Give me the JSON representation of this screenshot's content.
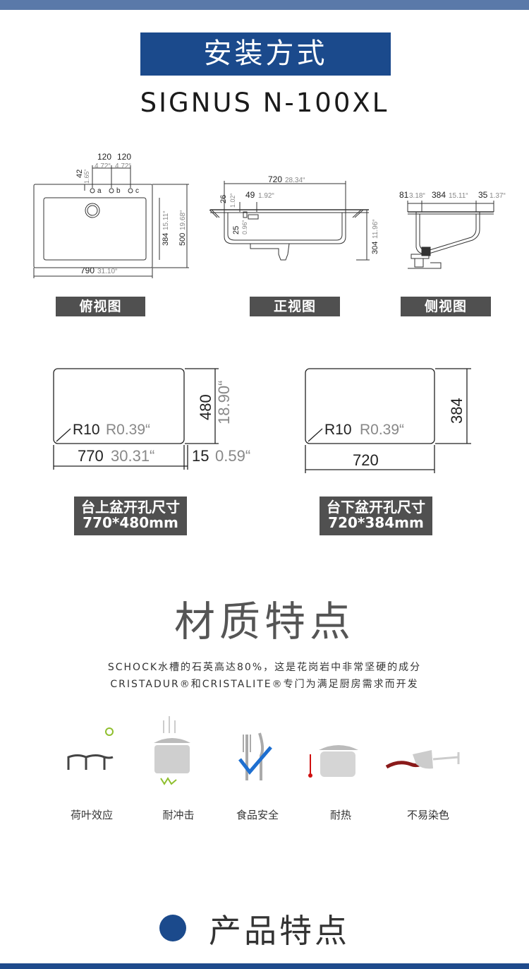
{
  "header": {
    "banner_title": "安装方式",
    "model": "SIGNUS N-100XL"
  },
  "views": {
    "top": {
      "label": "俯视图",
      "dim_120a": "120",
      "dim_120b": "120",
      "dim_472a": "4.72“",
      "dim_472b": "4.72“",
      "dim_42": "42",
      "dim_165": "1.65“",
      "hole_a": "a",
      "hole_b": "b",
      "hole_c": "c",
      "dim_384": "384",
      "dim_1511": "15.11“",
      "dim_500": "500",
      "dim_1968": "19.68“",
      "dim_790": "790",
      "dim_3110": "31.10“"
    },
    "front": {
      "label": "正视图",
      "dim_720": "720",
      "dim_2834": "28.34“",
      "dim_26": "26",
      "dim_102": "1.02“",
      "dim_49": "49",
      "dim_192": "1.92“",
      "dim_25": "25",
      "dim_096": "0.96“",
      "dim_304": "304",
      "dim_1196": "11.96“"
    },
    "side": {
      "label": "侧视图",
      "dim_81": "81",
      "dim_318": "3.18“",
      "dim_384": "384",
      "dim_1511": "15.11“",
      "dim_35": "35",
      "dim_137": "1.37“"
    }
  },
  "cutouts": {
    "over": {
      "radius": "R10",
      "radius_in": "R0.39“",
      "width": "770",
      "width_in": "30.31“",
      "height": "480",
      "height_in": "18.90“",
      "gap": "15",
      "gap_in": "0.59“",
      "title": "台上盆开孔尺寸",
      "size": "770*480mm"
    },
    "under": {
      "radius": "R10",
      "radius_in": "R0.39“",
      "width": "720",
      "height": "384",
      "title": "台下盆开孔尺寸",
      "size": "720*384mm"
    }
  },
  "materials": {
    "title": "材质特点",
    "line1": "SCHOCK水槽的石英高达80%，这是花岗岩中非常坚硬的成分",
    "line2": "CRISTADUR®和CRISTALITE®专门为满足厨房需求而开发",
    "features": [
      {
        "icon": "lotus-leaf-icon",
        "label": "荷叶效应"
      },
      {
        "icon": "impact-pot-icon",
        "label": "耐冲击"
      },
      {
        "icon": "food-safe-icon",
        "label": "食品安全"
      },
      {
        "icon": "heat-pot-icon",
        "label": "耐热"
      },
      {
        "icon": "stain-glass-icon",
        "label": "不易染色"
      }
    ]
  },
  "product": {
    "title": "产品特点"
  },
  "colors": {
    "brand_blue": "#1b4a8c",
    "label_grey": "#505050",
    "check_blue": "#1e6fd0",
    "heat_red": "#d01010",
    "stain_red": "#8a1a1a"
  }
}
